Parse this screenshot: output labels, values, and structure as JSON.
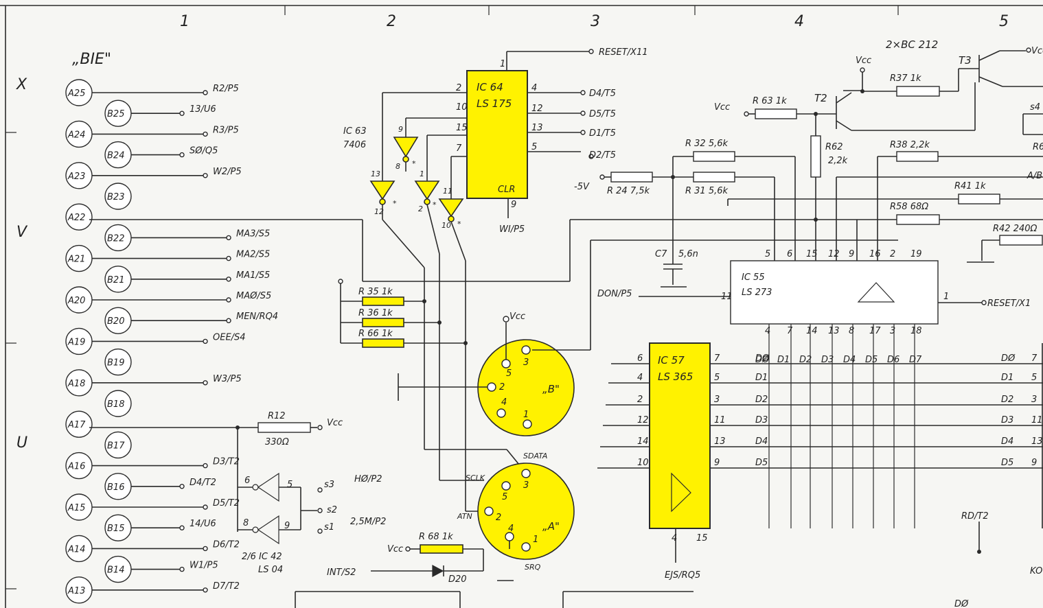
{
  "connector": {
    "title": "„BIE\"",
    "columns": [
      "1",
      "2",
      "3",
      "4",
      "5"
    ],
    "rows": [
      {
        "label": "X"
      },
      {
        "label": "V"
      },
      {
        "label": "U"
      }
    ],
    "pins": [
      {
        "pin": "A25",
        "signal": "R2/P5"
      },
      {
        "pin": "B25",
        "signal": "13/U6"
      },
      {
        "pin": "A24",
        "signal": "R3/P5"
      },
      {
        "pin": "B24",
        "signal": "SØ/Q5"
      },
      {
        "pin": "A23",
        "signal": "W2/P5"
      },
      {
        "pin": "B23",
        "signal": ""
      },
      {
        "pin": "A22",
        "signal": ""
      },
      {
        "pin": "B22",
        "signal": "MA3/S5"
      },
      {
        "pin": "A21",
        "signal": "MA2/S5"
      },
      {
        "pin": "B21",
        "signal": "MA1/S5"
      },
      {
        "pin": "A20",
        "signal": "MAØ/S5"
      },
      {
        "pin": "B20",
        "signal": "MEN/RQ4"
      },
      {
        "pin": "A19",
        "signal": "OEE/S4"
      },
      {
        "pin": "B19",
        "signal": ""
      },
      {
        "pin": "A18",
        "signal": "W3/P5"
      },
      {
        "pin": "B18",
        "signal": ""
      },
      {
        "pin": "A17",
        "signal": ""
      },
      {
        "pin": "B17",
        "signal": ""
      },
      {
        "pin": "A16",
        "signal": "D3/T2"
      },
      {
        "pin": "B16",
        "signal": "D4/T2"
      },
      {
        "pin": "A15",
        "signal": "D5/T2"
      },
      {
        "pin": "B15",
        "signal": "14/U6"
      },
      {
        "pin": "A14",
        "signal": "D6/T2"
      },
      {
        "pin": "B14",
        "signal": "W1/P5"
      },
      {
        "pin": "A13",
        "signal": "D7/T2"
      }
    ]
  },
  "ics": {
    "ic64": {
      "ref": "IC 64",
      "type": "LS 175",
      "clr": "CLR",
      "inputs": [
        {
          "pin": "2"
        },
        {
          "pin": "10"
        },
        {
          "pin": "15"
        },
        {
          "pin": "7"
        }
      ],
      "outputs": [
        {
          "pin": "4",
          "signal": "D4/T5"
        },
        {
          "pin": "12",
          "signal": "D5/T5"
        },
        {
          "pin": "13",
          "signal": "D1/T5"
        },
        {
          "pin": "5",
          "signal": "D2/T5"
        }
      ]
    },
    "ic63": {
      "ref": "IC 63",
      "type": "7406"
    },
    "ic57": {
      "ref": "IC 57",
      "type": "LS 365",
      "left_pins": [
        "6",
        "4",
        "2",
        "12",
        "14",
        "10"
      ],
      "right_pins": [
        {
          "pin": "7",
          "bus": "DØ"
        },
        {
          "pin": "5",
          "bus": "D1"
        },
        {
          "pin": "3",
          "bus": "D2"
        },
        {
          "pin": "11",
          "bus": "D3"
        },
        {
          "pin": "13",
          "bus": "D4"
        },
        {
          "pin": "9",
          "bus": "D5"
        }
      ]
    },
    "ic55": {
      "ref": "IC 55",
      "type": "LS 273",
      "top_pins": [
        "5",
        "6",
        "15",
        "12",
        "9",
        "16",
        "2",
        "19"
      ],
      "bottom_pins": [
        "4",
        "7",
        "14",
        "13",
        "8",
        "17",
        "3",
        "18"
      ]
    },
    "ic42": {
      "ref": "2/6 IC 42",
      "type": "LS 04"
    }
  },
  "bus": {
    "columns": [
      "DØ",
      "D1",
      "D2",
      "D3",
      "D4",
      "D5",
      "D6",
      "D7"
    ],
    "right": [
      {
        "label": "DØ",
        "pin": "7"
      },
      {
        "label": "D1",
        "pin": "5"
      },
      {
        "label": "D2",
        "pin": "3"
      },
      {
        "label": "D3",
        "pin": "11"
      },
      {
        "label": "D4",
        "pin": "13"
      },
      {
        "label": "D5",
        "pin": "9"
      }
    ]
  },
  "resistors": {
    "r35": "R 35   1k",
    "r36": "R 36   1k",
    "r66": "R 66   1k",
    "r68": "R 68   1k",
    "r12": "R12",
    "r12_value": "330Ω",
    "r63": "R 63   1k",
    "r62": "R62",
    "r62_value": "2,2k",
    "r37": "R37   1k",
    "r32": "R 32  5,6k",
    "r31": "R 31  5,6k",
    "r24": "R 24  7,5k",
    "r38": "R38  2,2k",
    "r41": "R41  1k",
    "r58": "R58  68Ω",
    "r42": "R42  240Ω"
  },
  "capacitors": {
    "c7": "C7",
    "c7_value": "5,6n"
  },
  "connectors": {
    "a": "„A\"",
    "b": "„B\"",
    "sdata": "SDATA",
    "sclk": "SCLK",
    "atn": "ATN",
    "srq": "SRQ"
  },
  "transistors": {
    "label": "2×BC 212",
    "t2": "T2",
    "t3": "T3"
  },
  "signals": {
    "reset_x11": "RESET/X11",
    "reset_x1": "RESET/X1",
    "wi_p5": "WI/P5",
    "don_p5": "DON/P5",
    "ejs_rq5": "EJS/RQ5",
    "int_s2": "INT/S2",
    "d20": "D20",
    "h0_p2": "HØ/P2",
    "m25_p2": "2,5M/P2",
    "minus5v": "-5V",
    "vcc": "Vcc",
    "rd_t2": "RD/T2",
    "ko": "KO"
  }
}
